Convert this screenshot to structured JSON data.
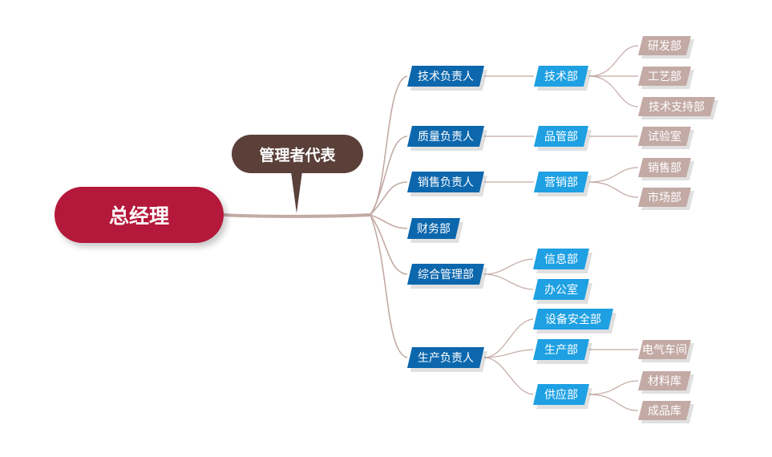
{
  "root": {
    "label": "总经理"
  },
  "callout": {
    "label": "管理者代表"
  },
  "branches": [
    {
      "label": "技术负责人",
      "dept": "技术部",
      "subs": [
        "研发部",
        "工艺部",
        "技术支持部"
      ]
    },
    {
      "label": "质量负责人",
      "dept": "品管部",
      "subs": [
        "试验室"
      ]
    },
    {
      "label": "销售负责人",
      "dept": "营销部",
      "subs": [
        "销售部",
        "市场部"
      ]
    },
    {
      "label": "财务部"
    },
    {
      "label": "综合管理部",
      "depts": [
        "信息部",
        "办公室"
      ]
    },
    {
      "label": "生产负责人",
      "depts": [
        "设备安全部",
        "生产部",
        "供应部"
      ],
      "production_subs": [
        "电气车间"
      ],
      "supply_subs": [
        "材料库",
        "成品库"
      ]
    }
  ],
  "colors": {
    "root": "#b4183a",
    "callout": "#5b403a",
    "level1": "#0c67ad",
    "level2": "#1ea0e3",
    "level3": "#c3aaa5",
    "connector": "#c3aaa5"
  }
}
